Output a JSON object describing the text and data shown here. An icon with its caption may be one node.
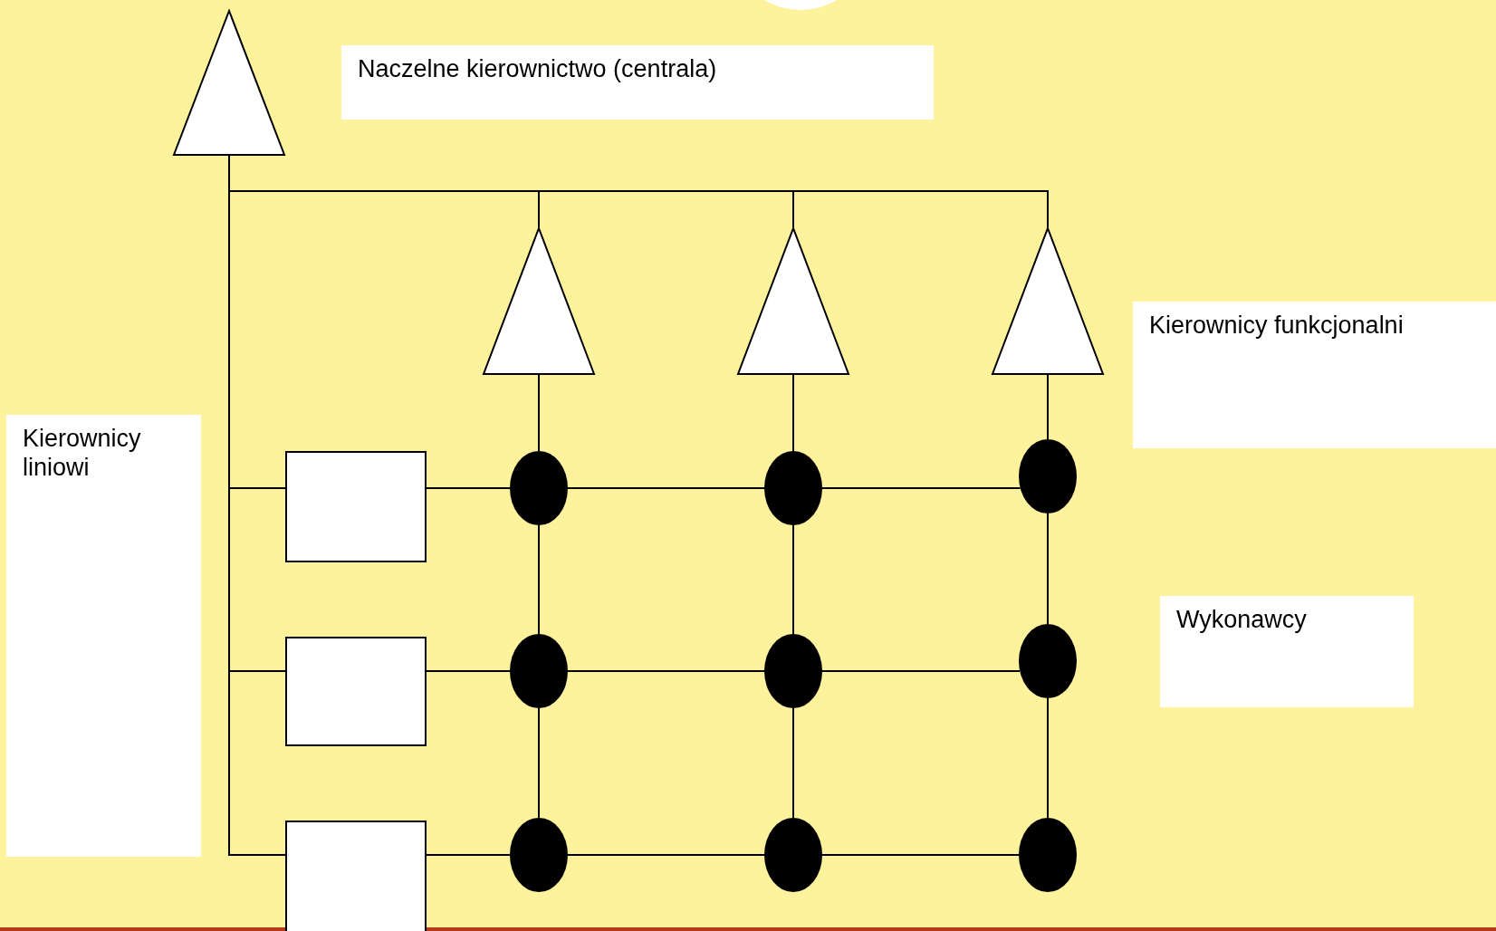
{
  "diagram": {
    "nodes": [
      {
        "text": [],
        "shape": "triangle"
      },
      {
        "text": [
          "Naczelne kierownictwo (centrala)"
        ]
      },
      {
        "text": [],
        "shape": "triangle"
      },
      {
        "text": [],
        "shape": "triangle"
      },
      {
        "text": [],
        "shape": "triangle"
      },
      {
        "text": [
          "Kierownicy funkcjonalni"
        ]
      },
      {
        "text": [
          "Kierownicy liniowi"
        ]
      },
      {
        "text": [],
        "shape": "box"
      },
      {
        "text": [],
        "shape": "ellipse"
      },
      {
        "text": [],
        "shape": "ellipse"
      },
      {
        "text": [],
        "shape": "ellipse"
      },
      {
        "text": [
          "Wykonawcy"
        ]
      },
      {
        "text": [],
        "shape": "box"
      },
      {
        "text": [],
        "shape": "ellipse"
      },
      {
        "text": [],
        "shape": "ellipse"
      },
      {
        "text": [],
        "shape": "ellipse"
      },
      {
        "text": [],
        "shape": "box"
      },
      {
        "text": [],
        "shape": "ellipse"
      },
      {
        "text": [],
        "shape": "ellipse"
      },
      {
        "text": [],
        "shape": "ellipse"
      }
    ],
    "edges": [
      {
        "from": 0,
        "to": 2,
        "arrow": "none"
      },
      {
        "from": 0,
        "to": 3,
        "arrow": "none"
      },
      {
        "from": 0,
        "to": 4,
        "arrow": "none"
      },
      {
        "from": 0,
        "to": 7,
        "arrow": "none"
      },
      {
        "from": 0,
        "to": 12,
        "arrow": "none"
      },
      {
        "from": 0,
        "to": 16,
        "arrow": "none"
      },
      {
        "from": 2,
        "to": 8,
        "arrow": "none"
      },
      {
        "from": 3,
        "to": 9,
        "arrow": "none"
      },
      {
        "from": 4,
        "to": 10,
        "arrow": "none"
      },
      {
        "from": 7,
        "to": 8,
        "arrow": "none"
      },
      {
        "from": 8,
        "to": 9,
        "arrow": "none"
      },
      {
        "from": 9,
        "to": 10,
        "arrow": "none"
      },
      {
        "from": 12,
        "to": 13,
        "arrow": "none"
      },
      {
        "from": 13,
        "to": 14,
        "arrow": "none"
      },
      {
        "from": 14,
        "to": 15,
        "arrow": "none"
      },
      {
        "from": 16,
        "to": 17,
        "arrow": "none"
      },
      {
        "from": 17,
        "to": 18,
        "arrow": "none"
      },
      {
        "from": 18,
        "to": 19,
        "arrow": "none"
      },
      {
        "from": 8,
        "to": 13,
        "arrow": "none"
      },
      {
        "from": 13,
        "to": 17,
        "arrow": "none"
      },
      {
        "from": 9,
        "to": 14,
        "arrow": "none"
      },
      {
        "from": 14,
        "to": 18,
        "arrow": "none"
      },
      {
        "from": 10,
        "to": 15,
        "arrow": "none"
      },
      {
        "from": 15,
        "to": 19,
        "arrow": "none"
      }
    ]
  }
}
